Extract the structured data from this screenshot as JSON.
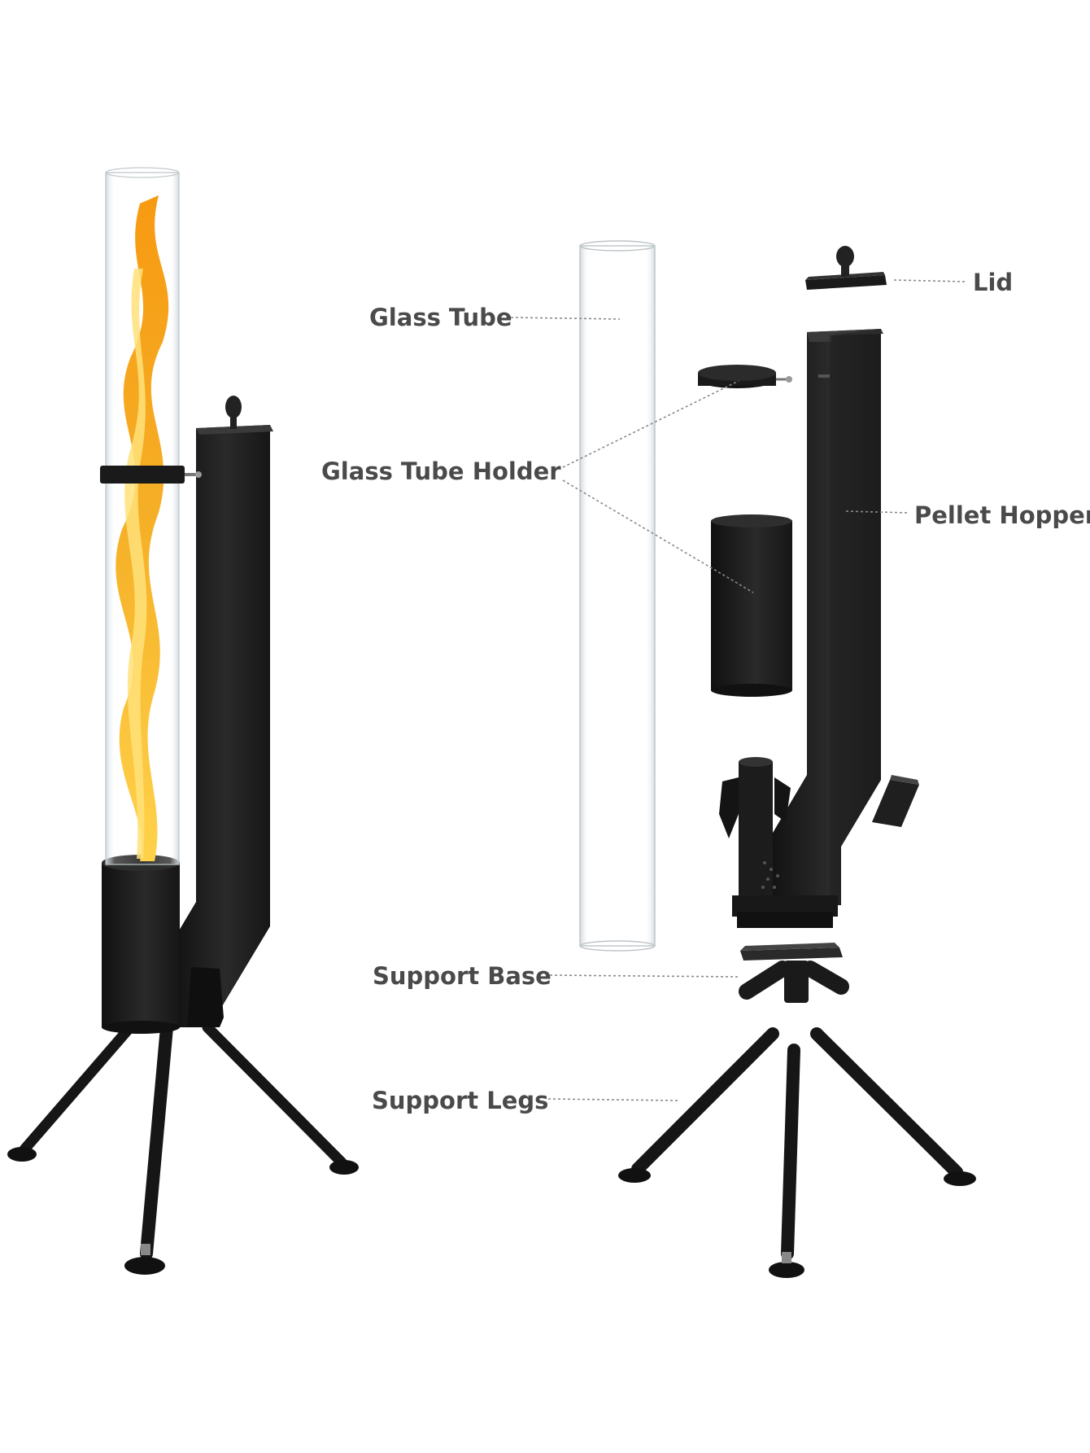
{
  "labels": {
    "glass_tube": "Glass Tube",
    "glass_tube_holder": "Glass Tube Holder",
    "lid": "Lid",
    "pellet_hopper": "Pellet Hopper",
    "support_base": "Support Base",
    "support_legs": "Support Legs"
  },
  "colors": {
    "metal": "#1b1b1b",
    "metal_light": "#2c2c2c",
    "label_text": "#4a4a4a",
    "flame_outer": "#f7a21b",
    "flame_inner": "#ffd64d",
    "glass": "#e9eef0"
  }
}
